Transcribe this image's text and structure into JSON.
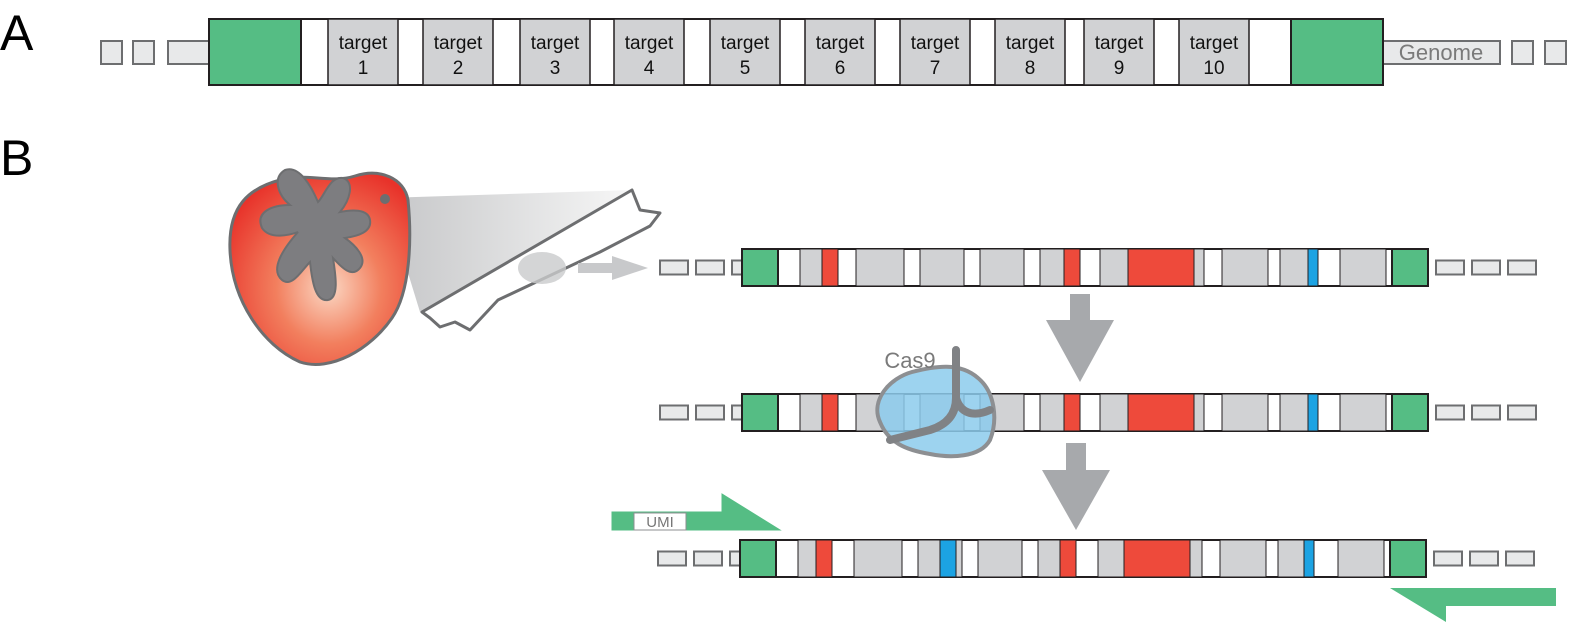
{
  "panels": {
    "a_label": "A",
    "b_label": "B"
  },
  "panel_a": {
    "targets": [
      {
        "word": "target",
        "num": "1"
      },
      {
        "word": "target",
        "num": "2"
      },
      {
        "word": "target",
        "num": "3"
      },
      {
        "word": "target",
        "num": "4"
      },
      {
        "word": "target",
        "num": "5"
      },
      {
        "word": "target",
        "num": "6"
      },
      {
        "word": "target",
        "num": "7"
      },
      {
        "word": "target",
        "num": "8"
      },
      {
        "word": "target",
        "num": "9"
      },
      {
        "word": "target",
        "num": "10"
      }
    ],
    "genome_label": "Genome"
  },
  "panel_b": {
    "cas9_label": "Cas9",
    "umi_label": "UMI"
  },
  "colors": {
    "flank_green": "#55bd84",
    "target_gray": "#d1d2d4",
    "edit_red": "#ee4a3b",
    "edit_blue": "#1ca3e3",
    "outline": "#231f20",
    "arrow_gray": "#a7a9ac",
    "cas9_blue": "#8ccbec",
    "organ_red": "#e8322a"
  }
}
